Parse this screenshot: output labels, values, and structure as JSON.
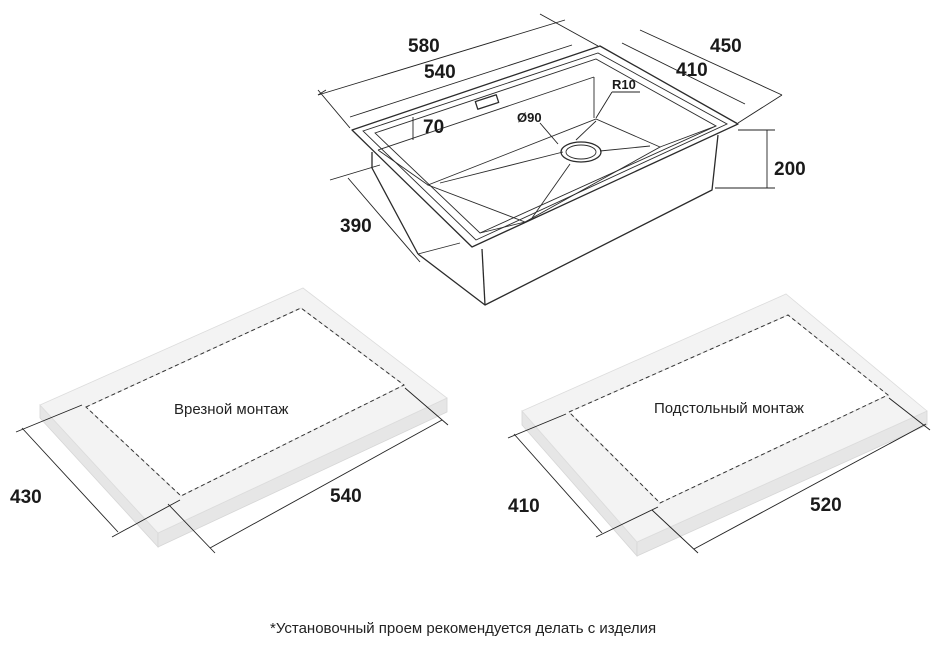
{
  "sink": {
    "dims": {
      "length_outer": "580",
      "length_inner": "540",
      "width_outer": "450",
      "width_inner": "410",
      "depth": "200",
      "rim": "70",
      "drain": "Ø90",
      "radius": "R10",
      "bowl": "390"
    }
  },
  "panels": {
    "top_mount": {
      "label": "Врезной монтаж",
      "width": "430",
      "length": "540"
    },
    "under_mount": {
      "label": "Подстольный монтаж",
      "width": "410",
      "length": "520"
    }
  },
  "footnote": "*Установочный проем рекомендуется делать с изделия",
  "colors": {
    "line": "#2b2b2b",
    "panel_fill": "#f3f3f3",
    "background": "#ffffff"
  }
}
